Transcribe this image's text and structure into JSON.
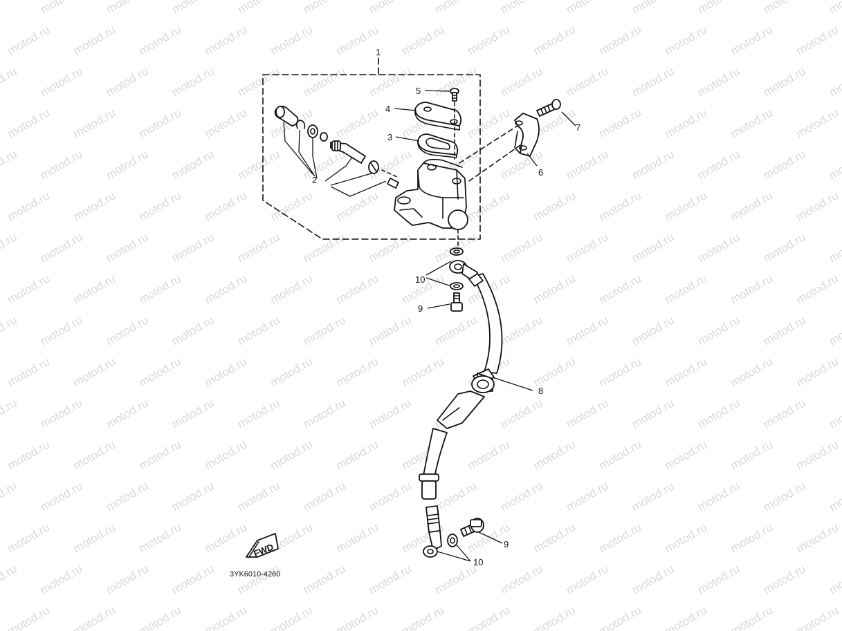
{
  "watermark": {
    "text": "motod.ru",
    "color": "#d9d9d9"
  },
  "diagram": {
    "callouts": {
      "c1": "1",
      "c2": "2",
      "c3": "3",
      "c4": "4",
      "c5": "5",
      "c6": "6",
      "c7": "7",
      "c8": "8",
      "c9_top": "9",
      "c9_bottom": "9",
      "c10_top": "10",
      "c10_bottom": "10"
    },
    "fwd_label": "FWD",
    "drawing_code": "3YK6010-4260"
  }
}
